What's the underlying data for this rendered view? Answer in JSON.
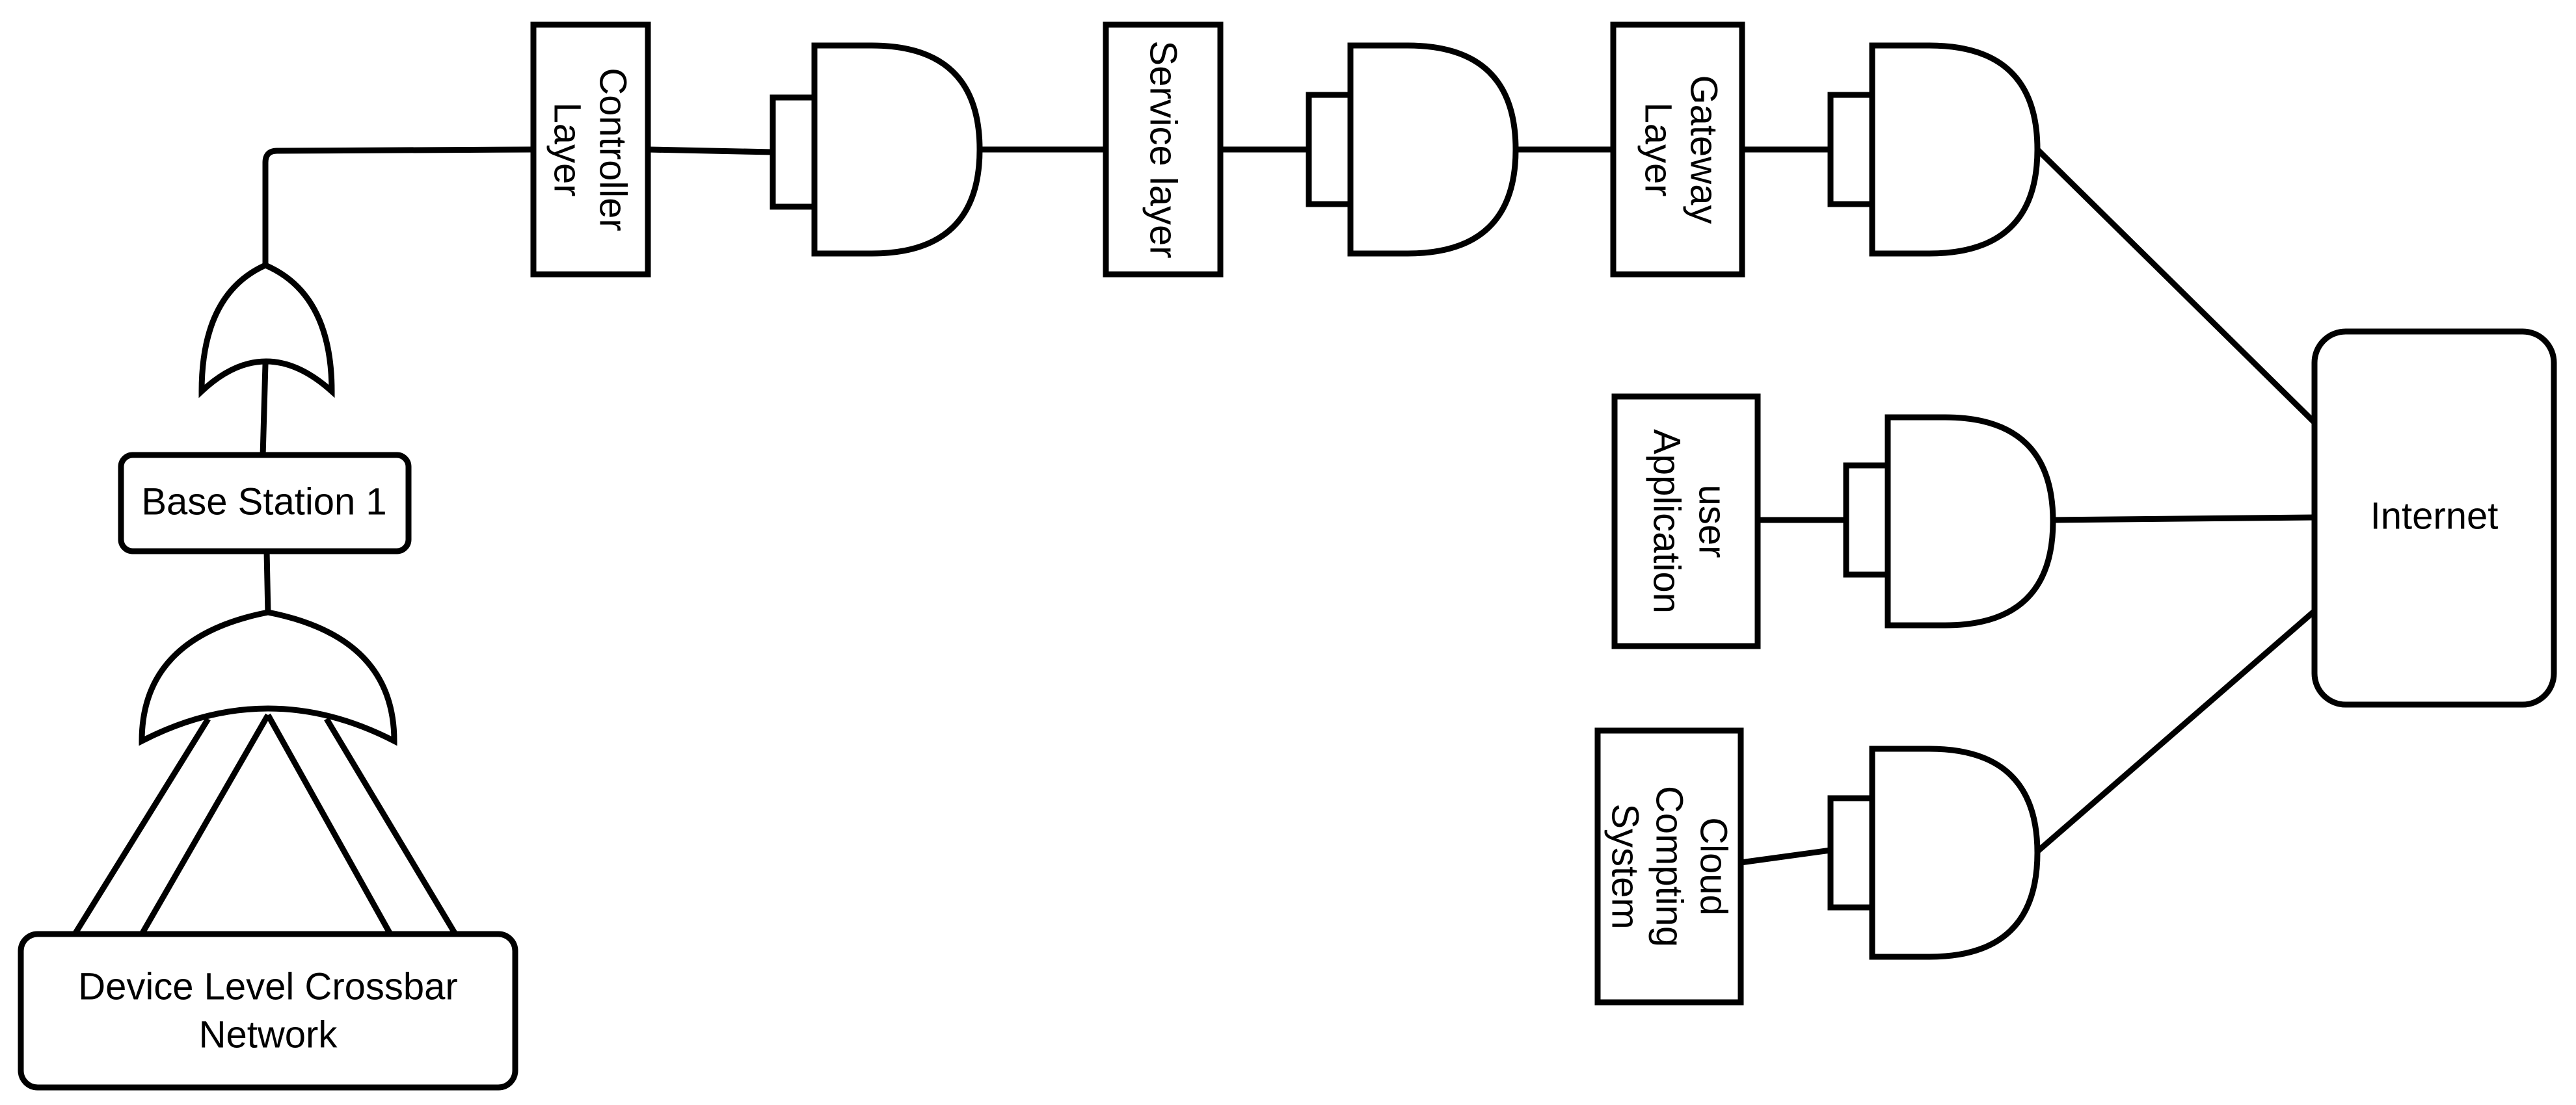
{
  "diagram": {
    "nodes": {
      "base_station": "Base Station 1",
      "device_network": [
        "Device Level Crossbar",
        "Network"
      ],
      "controller_layer": [
        "Controller",
        "Layer"
      ],
      "service_layer": "Service layer",
      "gateway_layer": [
        "Gateway",
        "Layer"
      ],
      "user_application": [
        "user",
        "Application"
      ],
      "cloud_system": [
        "Cloud",
        "Compting",
        "System"
      ],
      "internet": "Internet"
    },
    "colors": {
      "stroke": "#000000",
      "fill": "#ffffff",
      "background": "#ffffff"
    }
  }
}
